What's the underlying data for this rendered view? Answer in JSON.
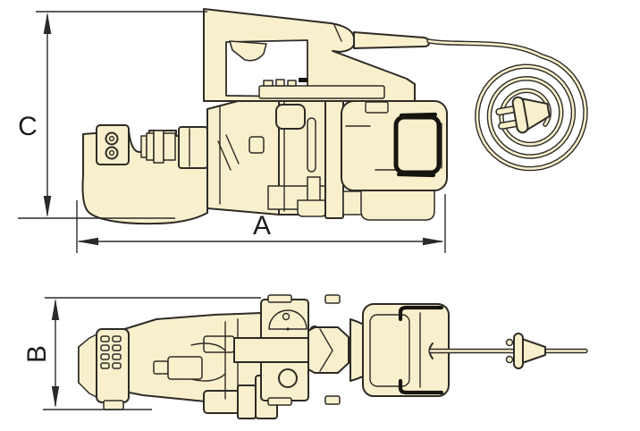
{
  "diagram": {
    "type": "technical-dimension-drawing",
    "subject": "electric hydraulic rebar cutter shown in side view and top view with overall dimension arrows",
    "dimensions": {
      "length_label": "A",
      "width_label": "B",
      "height_label": "C"
    },
    "icons": {
      "power_plug": "power-plug-icon",
      "coiled-cord": "power-cord-spiral"
    },
    "colors": {
      "background": "#ffffff",
      "body_fill": "#f8f0cc",
      "outline": "#2e2b26",
      "dark_accent": "#17150f",
      "dimension_lines": "#2a2a2a"
    }
  }
}
